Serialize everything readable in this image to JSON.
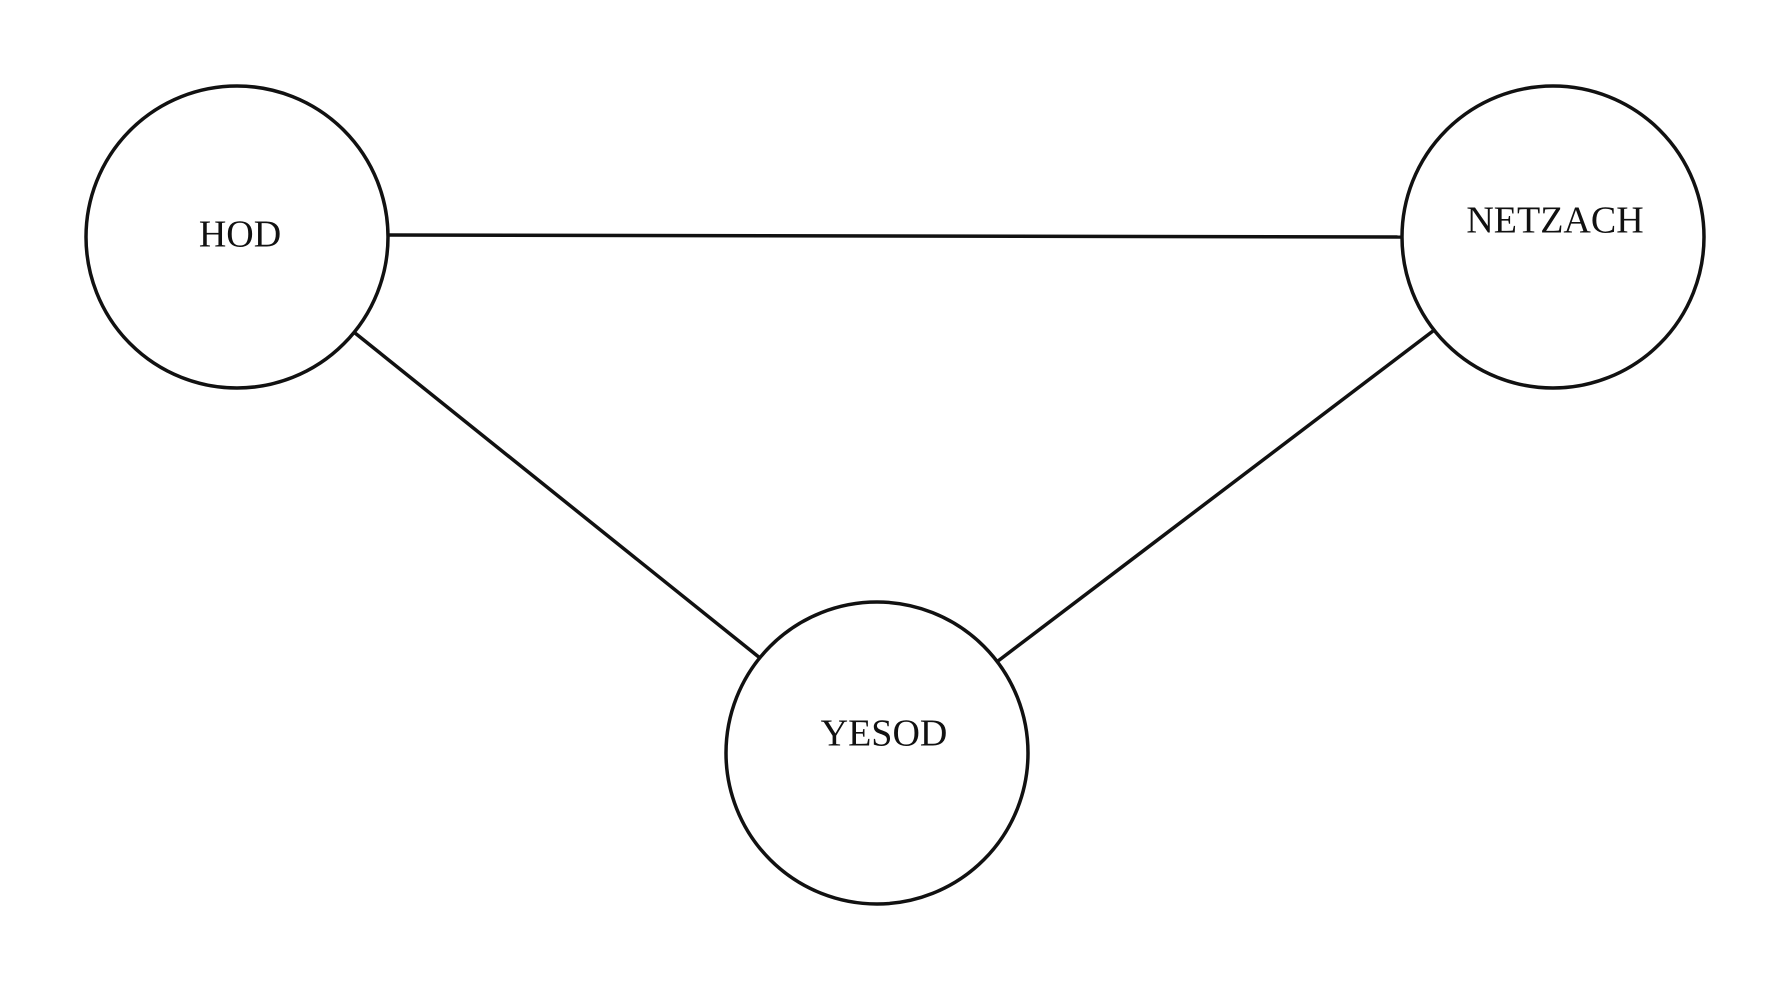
{
  "diagram": {
    "nodes": [
      {
        "id": "hod",
        "label": "HOD"
      },
      {
        "id": "netzach",
        "label": "NETZACH"
      },
      {
        "id": "yesod",
        "label": "YESOD"
      }
    ],
    "edges": [
      {
        "from": "hod",
        "to": "netzach"
      },
      {
        "from": "hod",
        "to": "yesod"
      },
      {
        "from": "netzach",
        "to": "yesod"
      }
    ]
  }
}
